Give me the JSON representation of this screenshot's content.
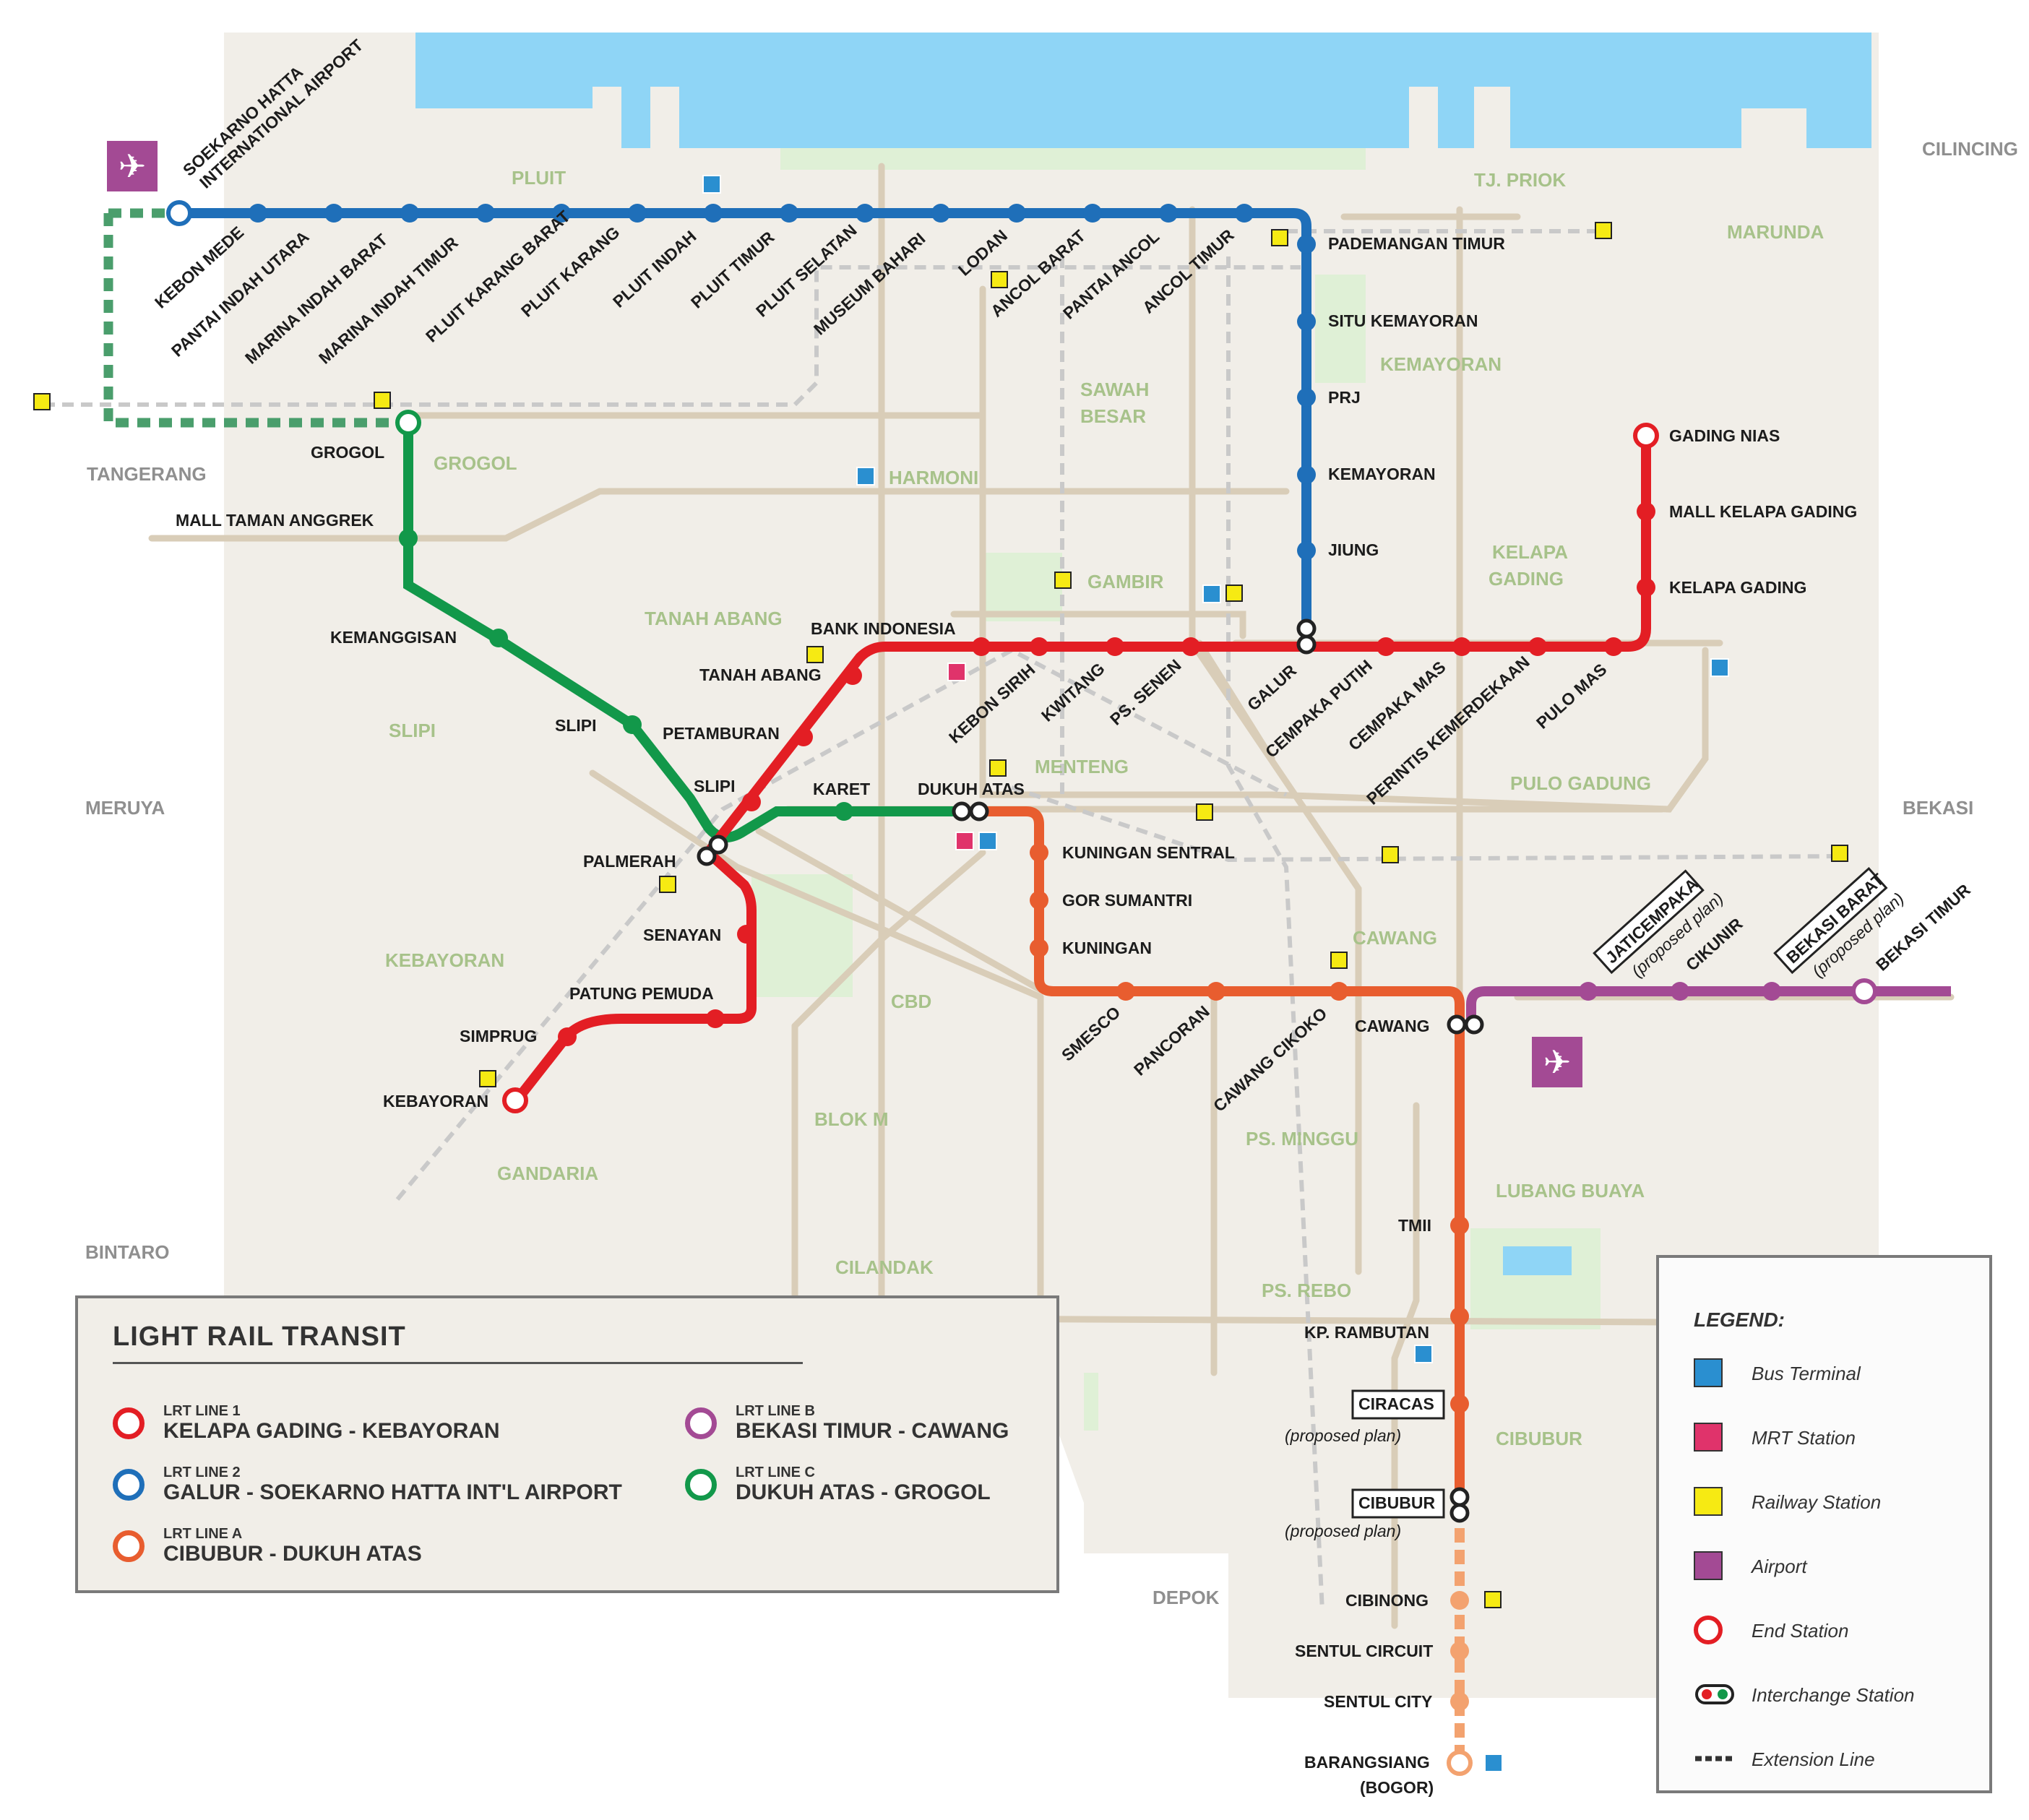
{
  "legend_box": {
    "title": "LIGHT RAIL TRANSIT",
    "lines": [
      {
        "id": "lrt1",
        "code": "LRT LINE 1",
        "name": "KELAPA GADING - KEBAYORAN",
        "color": "#e31e24"
      },
      {
        "id": "lrt2",
        "code": "LRT LINE 2",
        "name": "GALUR - SOEKARNO HATTA INT'L AIRPORT",
        "color": "#1f6fb9"
      },
      {
        "id": "lrtA",
        "code": "LRT LINE A",
        "name": "CIBUBUR - DUKUH ATAS",
        "color": "#e85d2f"
      },
      {
        "id": "lrtB",
        "code": "LRT LINE B",
        "name": "BEKASI TIMUR - CAWANG",
        "color": "#a34a94"
      },
      {
        "id": "lrtC",
        "code": "LRT LINE C",
        "name": "DUKUH ATAS - GROGOL",
        "color": "#12984a"
      }
    ]
  },
  "symbol_legend": {
    "title": "LEGEND:",
    "items": [
      {
        "icon": "bus-terminal-icon",
        "label": "Bus Terminal",
        "color": "#2a8fd0"
      },
      {
        "icon": "mrt-station-icon",
        "label": "MRT Station",
        "color": "#e0336b"
      },
      {
        "icon": "railway-station-icon",
        "label": "Railway Station",
        "color": "#f6ea13"
      },
      {
        "icon": "airport-icon",
        "label": "Airport",
        "color": "#a34a94"
      },
      {
        "icon": "end-station-icon",
        "label": "End Station",
        "color": "#e31e24"
      },
      {
        "icon": "interchange-station-icon",
        "label": "Interchange Station"
      },
      {
        "icon": "extension-line-icon",
        "label": "Extension Line"
      }
    ]
  },
  "districts": [
    "PLUIT",
    "TJ. PRIOK",
    "MARUNDA",
    "CILINCING",
    "TANGERANG",
    "GROGOL",
    "HARMONI",
    "SAWAH",
    "BESAR",
    "KEMAYORAN",
    "KELAPA",
    "GADING",
    "GAMBIR",
    "TANAH ABANG",
    "SLIPI",
    "MERUYA",
    "MENTENG",
    "PULO GADUNG",
    "BEKASI",
    "KEBAYORAN",
    "CBD",
    "CAWANG",
    "BLOK M",
    "PS. MINGGU",
    "LUBANG BUAYA",
    "GANDARIA",
    "BINTARO",
    "CILANDAK",
    "PS. REBO",
    "CIBUBUR",
    "DEPOK"
  ],
  "airport_label": [
    "SOEKARNO HATTA",
    "INTERNATIONAL AIRPORT"
  ],
  "stations": {
    "line2": [
      "KEBON MEDE",
      "PANTAI INDAH UTARA",
      "MARINA INDAH BARAT",
      "MARINA INDAH TIMUR",
      "PLUIT KARANG BARAT",
      "PLUIT KARANG",
      "PLUIT INDAH",
      "PLUIT TIMUR",
      "PLUIT SELATAN",
      "MUSEUM BAHARI",
      "LODAN",
      "ANCOL BARAT",
      "PANTAI ANCOL",
      "ANCOL TIMUR",
      "PADEMANGAN TIMUR",
      "SITU KEMAYORAN",
      "PRJ",
      "KEMAYORAN",
      "JIUNG"
    ],
    "line1_north": [
      "GADING NIAS",
      "MALL KELAPA GADING",
      "KELAPA GADING"
    ],
    "line1": [
      "BANK INDONESIA",
      "TANAH ABANG",
      "PETAMBURAN",
      "SLIPI",
      "PALMERAH",
      "SENAYAN",
      "PATUNG PEMUDA",
      "SIMPRUG",
      "KEBAYORAN"
    ],
    "line1_east": [
      "KEBON SIRIH",
      "KWITANG",
      "PS. SENEN",
      "GALUR",
      "CEMPAKA PUTIH",
      "CEMPAKA MAS",
      "PERINTIS KEMERDEKAAN",
      "PULO MAS"
    ],
    "lineC": [
      "GROGOL",
      "MALL TAMAN ANGGREK",
      "KEMANGGISAN",
      "SLIPI",
      "KARET",
      "DUKUH ATAS"
    ],
    "lineA": [
      "KUNINGAN SENTRAL",
      "GOR SUMANTRI",
      "KUNINGAN",
      "SMESCO",
      "PANCORAN",
      "CAWANG CIKOKO",
      "CAWANG",
      "TMII",
      "KP. RAMBUTAN",
      "CIRACAS",
      "CIBUBUR",
      "CIBINONG",
      "SENTUL CIRCUIT",
      "SENTUL CITY",
      "BARANGSIANG",
      "(BOGOR)"
    ],
    "lineB": [
      "JATICEMPAKA",
      "CIKUNIR",
      "BEKASI BARAT",
      "BEKASI TIMUR"
    ],
    "proposed_note": "(proposed plan)"
  }
}
